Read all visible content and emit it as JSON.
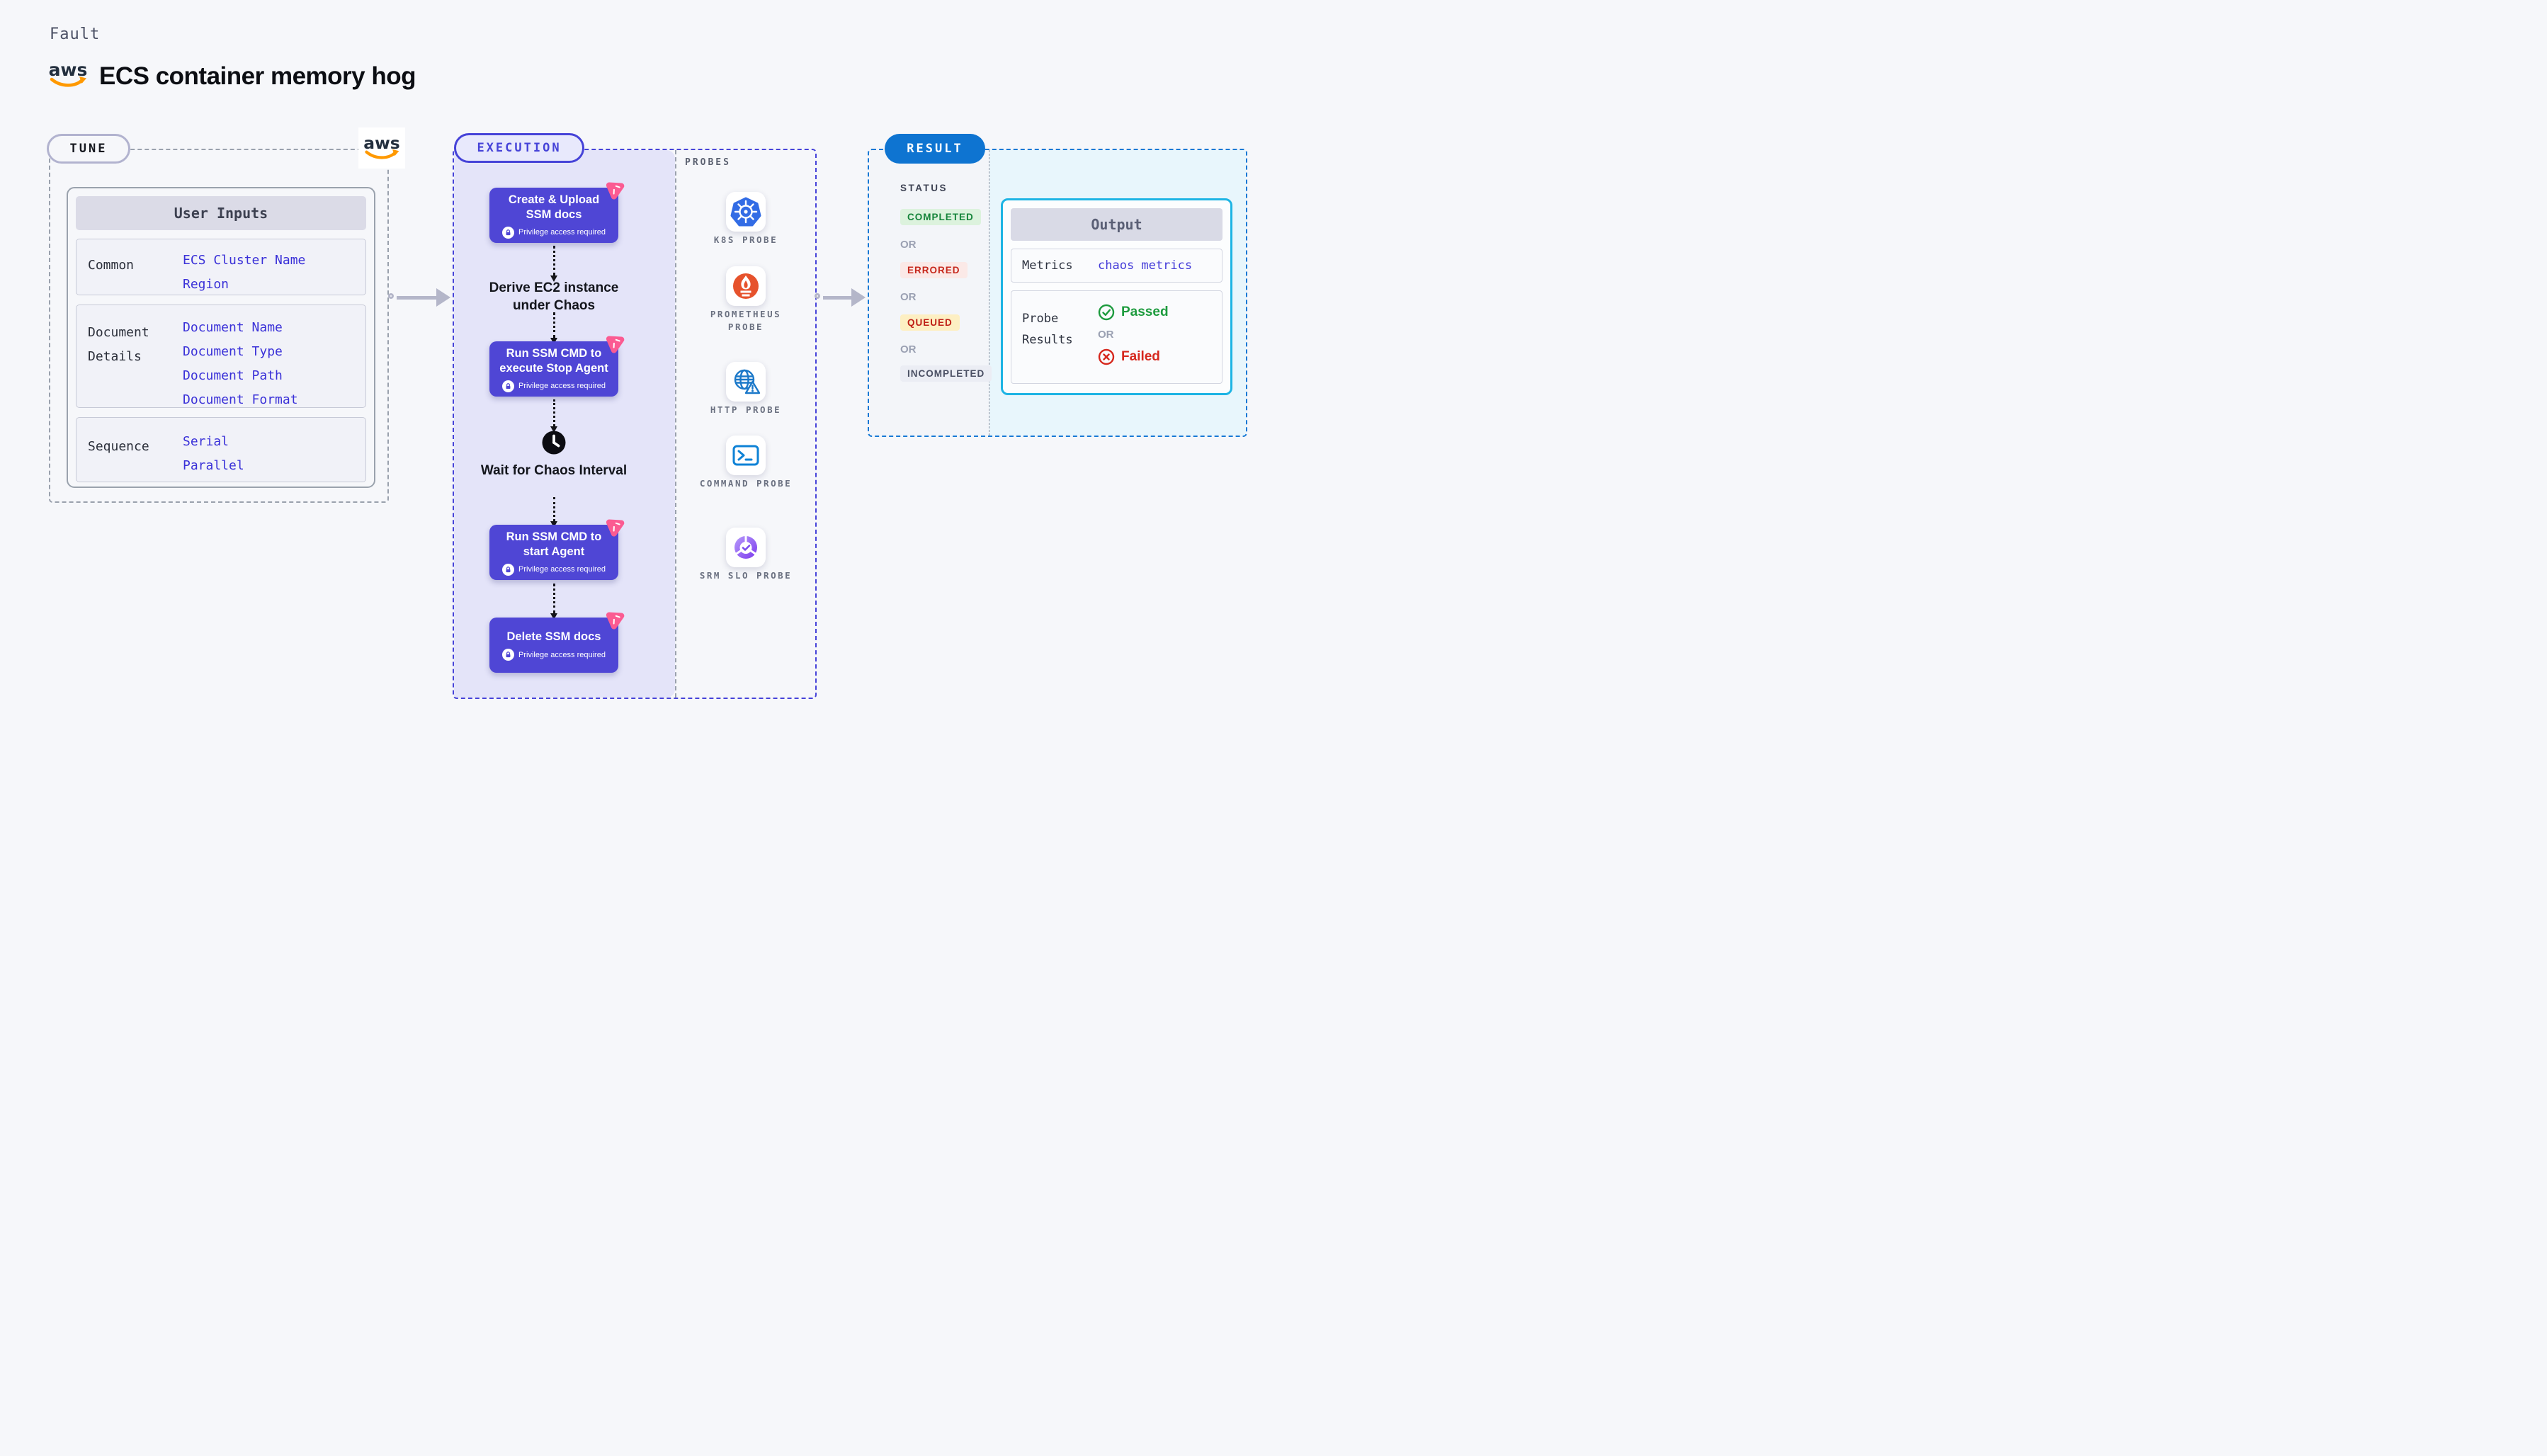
{
  "header": {
    "kicker": "Fault",
    "title": "ECS container memory hog",
    "logo_text": "aws"
  },
  "tune": {
    "badge": "TUNE",
    "logo_text": "aws",
    "table": {
      "title": "User Inputs",
      "rows": [
        {
          "label": "Common",
          "values": [
            "ECS Cluster Name",
            "Region"
          ]
        },
        {
          "label": "Document Details",
          "values": [
            "Document Name",
            "Document Type",
            "Document Path",
            "Document Format"
          ]
        },
        {
          "label": "Sequence",
          "values": [
            "Serial",
            "Parallel"
          ]
        }
      ]
    }
  },
  "execution": {
    "badge": "EXECUTION",
    "privilege_note": "Privilege access required",
    "steps": [
      {
        "label": "Create & Upload SSM docs"
      },
      {
        "label": "Derive EC2 instance under Chaos"
      },
      {
        "label": "Run SSM CMD to execute Stop Agent"
      },
      {
        "label": "Wait for Chaos Interval"
      },
      {
        "label": "Run SSM CMD to start Agent"
      },
      {
        "label": "Delete SSM docs"
      }
    ]
  },
  "probes": {
    "title": "PROBES",
    "items": [
      {
        "label": "K8S PROBE",
        "icon": "kubernetes-icon"
      },
      {
        "label": "PROMETHEUS PROBE",
        "icon": "prometheus-icon"
      },
      {
        "label": "HTTP PROBE",
        "icon": "globe-alert-icon"
      },
      {
        "label": "COMMAND PROBE",
        "icon": "terminal-icon"
      },
      {
        "label": "SRM SLO PROBE",
        "icon": "slo-check-icon"
      }
    ]
  },
  "result": {
    "badge": "RESULT",
    "status_label": "STATUS",
    "or_label": "OR",
    "statuses": [
      "COMPLETED",
      "ERRORED",
      "QUEUED",
      "INCOMPLETED"
    ],
    "output": {
      "title": "Output",
      "metrics_label": "Metrics",
      "metrics_value": "chaos metrics",
      "probe_label": "Probe Results",
      "passed": "Passed",
      "failed": "Failed"
    }
  },
  "colors": {
    "accent_indigo": "#4f46d5",
    "execution_border": "#4643d9",
    "result_blue": "#0e74d1",
    "output_border": "#1db4e4",
    "success_green": "#1d9b3e",
    "fail_red": "#d6281e",
    "chaos_pink": "#fb5b92",
    "aws_orange": "#ff9900",
    "k8s_blue": "#326ce5",
    "prometheus_orange": "#e6522c"
  }
}
